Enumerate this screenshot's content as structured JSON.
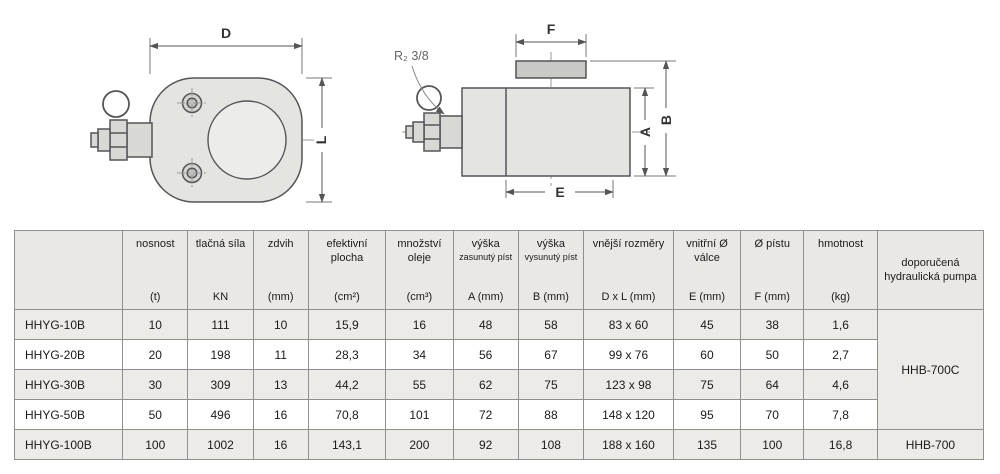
{
  "drawing": {
    "front_view": {
      "dim_width": "D",
      "dim_height": "L"
    },
    "side_view": {
      "dim_saddle": "F",
      "dim_a": "A",
      "dim_b": "B",
      "dim_e": "E",
      "thread_label": "R₂ 3/8"
    }
  },
  "table": {
    "columns": [
      {
        "title": "",
        "subtitle": "",
        "unit": ""
      },
      {
        "title": "nosnost",
        "subtitle": "",
        "unit": "(t)"
      },
      {
        "title": "tlačná síla",
        "subtitle": "",
        "unit": "KN"
      },
      {
        "title": "zdvih",
        "subtitle": "",
        "unit": "(mm)"
      },
      {
        "title": "efektivní plocha",
        "subtitle": "",
        "unit": "(cm²)"
      },
      {
        "title": "množství oleje",
        "subtitle": "",
        "unit": "(cm³)"
      },
      {
        "title": "výška",
        "subtitle": "zasunutý píst",
        "unit": "A (mm)"
      },
      {
        "title": "výška",
        "subtitle": "vysunutý píst",
        "unit": "B (mm)"
      },
      {
        "title": "vnější rozměry",
        "subtitle": "",
        "unit": "D x L (mm)"
      },
      {
        "title": "vnitřní Ø válce",
        "subtitle": "",
        "unit": "E (mm)"
      },
      {
        "title": "Ø pístu",
        "subtitle": "",
        "unit": "F (mm)"
      },
      {
        "title": "hmotnost",
        "subtitle": "",
        "unit": "(kg)"
      },
      {
        "title": "doporučená hydraulická pumpa",
        "subtitle": "",
        "unit": ""
      }
    ],
    "rows": [
      {
        "model": "HHYG-10B",
        "nosnost": "10",
        "sila": "111",
        "zdvih": "10",
        "plocha": "15,9",
        "olej": "16",
        "vyska_a": "48",
        "vyska_b": "58",
        "rozmery": "83 x 60",
        "valec": "45",
        "pist": "38",
        "hmotnost": "1,6"
      },
      {
        "model": "HHYG-20B",
        "nosnost": "20",
        "sila": "198",
        "zdvih": "11",
        "plocha": "28,3",
        "olej": "34",
        "vyska_a": "56",
        "vyska_b": "67",
        "rozmery": "99 x 76",
        "valec": "60",
        "pist": "50",
        "hmotnost": "2,7"
      },
      {
        "model": "HHYG-30B",
        "nosnost": "30",
        "sila": "309",
        "zdvih": "13",
        "plocha": "44,2",
        "olej": "55",
        "vyska_a": "62",
        "vyska_b": "75",
        "rozmery": "123 x 98",
        "valec": "75",
        "pist": "64",
        "hmotnost": "4,6"
      },
      {
        "model": "HHYG-50B",
        "nosnost": "50",
        "sila": "496",
        "zdvih": "16",
        "plocha": "70,8",
        "olej": "101",
        "vyska_a": "72",
        "vyska_b": "88",
        "rozmery": "148 x 120",
        "valec": "95",
        "pist": "70",
        "hmotnost": "7,8"
      },
      {
        "model": "HHYG-100B",
        "nosnost": "100",
        "sila": "1002",
        "zdvih": "16",
        "plocha": "143,1",
        "olej": "200",
        "vyska_a": "92",
        "vyska_b": "108",
        "rozmery": "188 x 160",
        "valec": "135",
        "pist": "100",
        "hmotnost": "16,8"
      }
    ],
    "pumps": [
      {
        "label": "HHB-700C"
      },
      {
        "label": "HHB-700"
      }
    ]
  }
}
